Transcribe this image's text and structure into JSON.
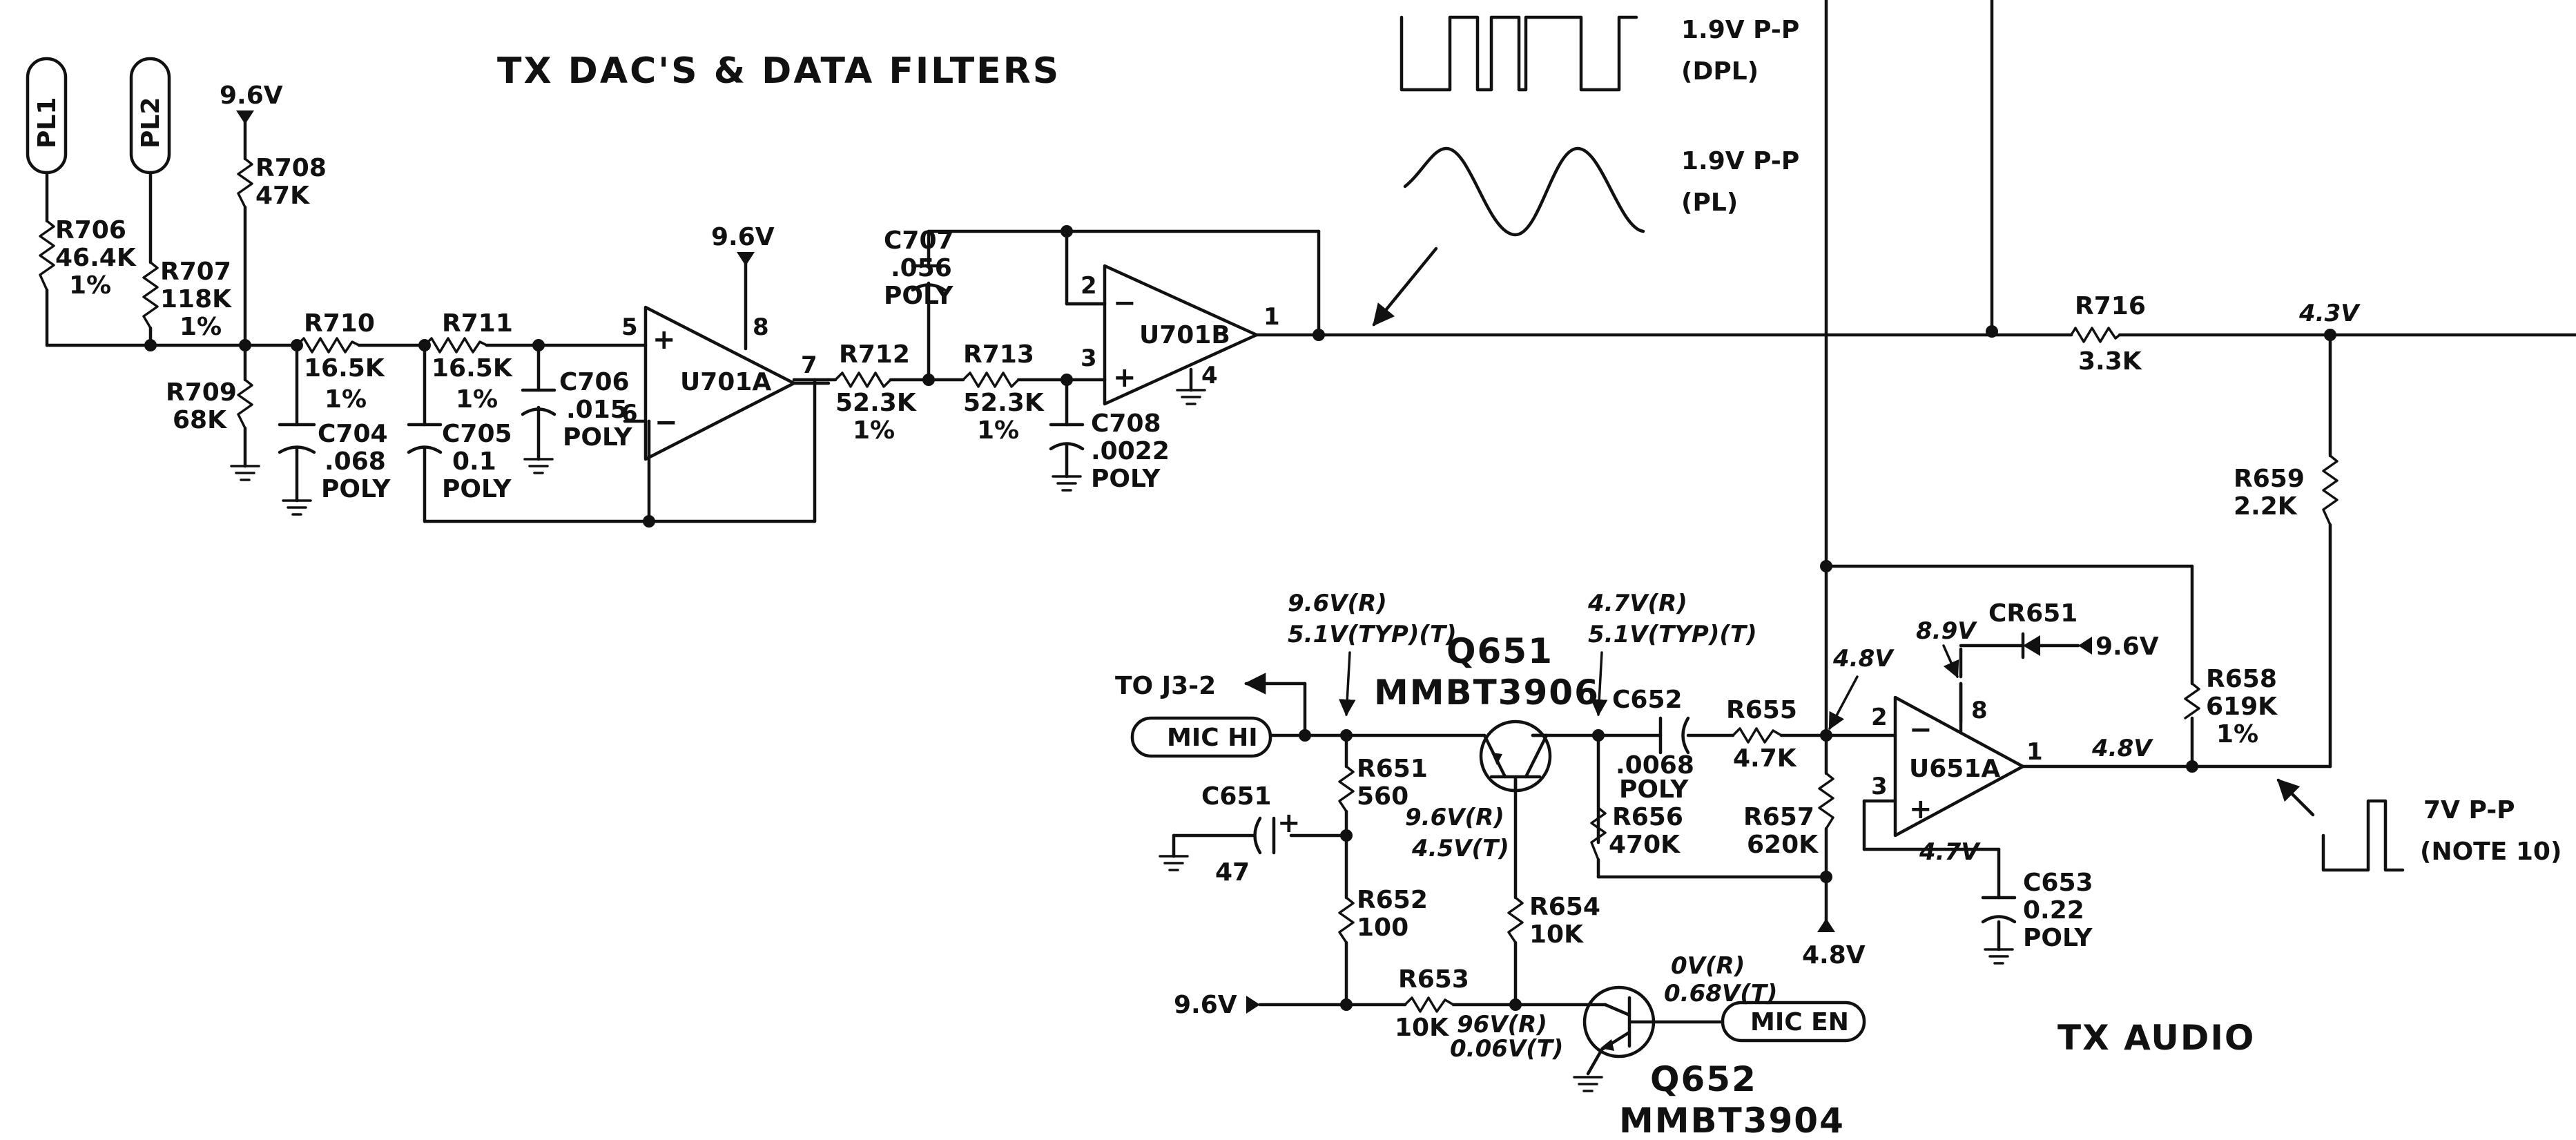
{
  "titles": {
    "top": "TX DAC'S & DATA FILTERS",
    "bottom": "TX AUDIO"
  },
  "connectors": {
    "pl1": "PL1",
    "pl2": "PL2",
    "mic_hi": "MIC HI",
    "mic_en": "MIC EN",
    "to_j3": "TO J3-2"
  },
  "supplies": {
    "r708_top": "9.6V",
    "u701_top": "9.6V",
    "q653_left": "9.6V",
    "cr651_right": "9.6V",
    "bias": "4.8V"
  },
  "waveforms": {
    "dpl_amp": "1.9V P-P",
    "dpl_note": "(DPL)",
    "pl_amp": "1.9V  P-P",
    "pl_note": "(PL)",
    "out_amp": "7V P-P",
    "out_note": "(NOTE 10)"
  },
  "parts": {
    "R706": {
      "ref": "R706",
      "val": "46.4K",
      "tol": "1%"
    },
    "R707": {
      "ref": "R707",
      "val": "118K",
      "tol": "1%"
    },
    "R708": {
      "ref": "R708",
      "val": "47K"
    },
    "R709": {
      "ref": "R709",
      "val": "68K"
    },
    "R710": {
      "ref": "R710",
      "val": "16.5K",
      "tol": "1%"
    },
    "R711": {
      "ref": "R711",
      "val": "16.5K",
      "tol": "1%"
    },
    "C704": {
      "ref": "C704",
      "val": ".068",
      "type": "POLY"
    },
    "C705": {
      "ref": "C705",
      "val": "0.1",
      "type": "POLY"
    },
    "C706": {
      "ref": "C706",
      "val": ".015",
      "type": "POLY"
    },
    "U701A": {
      "ref": "U701A"
    },
    "R712": {
      "ref": "R712",
      "val": "52.3K",
      "tol": "1%"
    },
    "R713": {
      "ref": "R713",
      "val": "52.3K",
      "tol": "1%"
    },
    "C707": {
      "ref": "C707",
      "val": ".056",
      "type": "POLY"
    },
    "C708": {
      "ref": "C708",
      "val": ".0022",
      "type": "POLY"
    },
    "U701B": {
      "ref": "U701B"
    },
    "R716": {
      "ref": "R716",
      "val": "3.3K"
    },
    "R659": {
      "ref": "R659",
      "val": "2.2K"
    },
    "R658": {
      "ref": "R658",
      "val": "619K",
      "tol": "1%"
    },
    "CR651": {
      "ref": "CR651"
    },
    "U651A": {
      "ref": "U651A"
    },
    "C652": {
      "ref": "C652",
      "val": ".0068",
      "type": "POLY"
    },
    "R655": {
      "ref": "R655",
      "val": "4.7K"
    },
    "R656": {
      "ref": "R656",
      "val": "470K"
    },
    "R657": {
      "ref": "R657",
      "val": "620K"
    },
    "C653": {
      "ref": "C653",
      "val": "0.22",
      "type": "POLY"
    },
    "Q651": {
      "ref": "Q651",
      "type": "MMBT3906"
    },
    "Q652": {
      "ref": "Q652",
      "type": "MMBT3904"
    },
    "R651": {
      "ref": "R651",
      "val": "560"
    },
    "R652": {
      "ref": "R652",
      "val": "100"
    },
    "R653": {
      "ref": "R653",
      "val": "10K"
    },
    "R654": {
      "ref": "R654",
      "val": "10K"
    },
    "C651": {
      "ref": "C651",
      "val": "47"
    }
  },
  "pins": {
    "u701a_plus": "5",
    "u701a_minus": "6",
    "u701a_vcc": "8",
    "u701a_out": "7",
    "u701b_minus": "2",
    "u701b_plus": "3",
    "u701b_gnd": "4",
    "u701b_out": "1",
    "u651a_minus": "2",
    "u651a_plus": "3",
    "u651a_vcc": "8",
    "u651a_out": "1"
  },
  "voltages": {
    "node_43": "4.3V",
    "q651_e1": "9.6V(R)",
    "q651_e2": "5.1V(TYP)(T)",
    "q651_c1": "4.7V(R)",
    "q651_c2": "5.1V(TYP)(T)",
    "q651_b1": "9.6V(R)",
    "q651_b2": "4.5V(T)",
    "q652_b1": "0V(R)",
    "q652_b2": "0.68V(T)",
    "q652_c1": "96V(R)",
    "q652_c2": "0.06V(T)",
    "u651_minus": "4.8V",
    "u651_vcc": "8.9V",
    "u651_out": "4.8V",
    "u651_plus": "4.7V"
  }
}
